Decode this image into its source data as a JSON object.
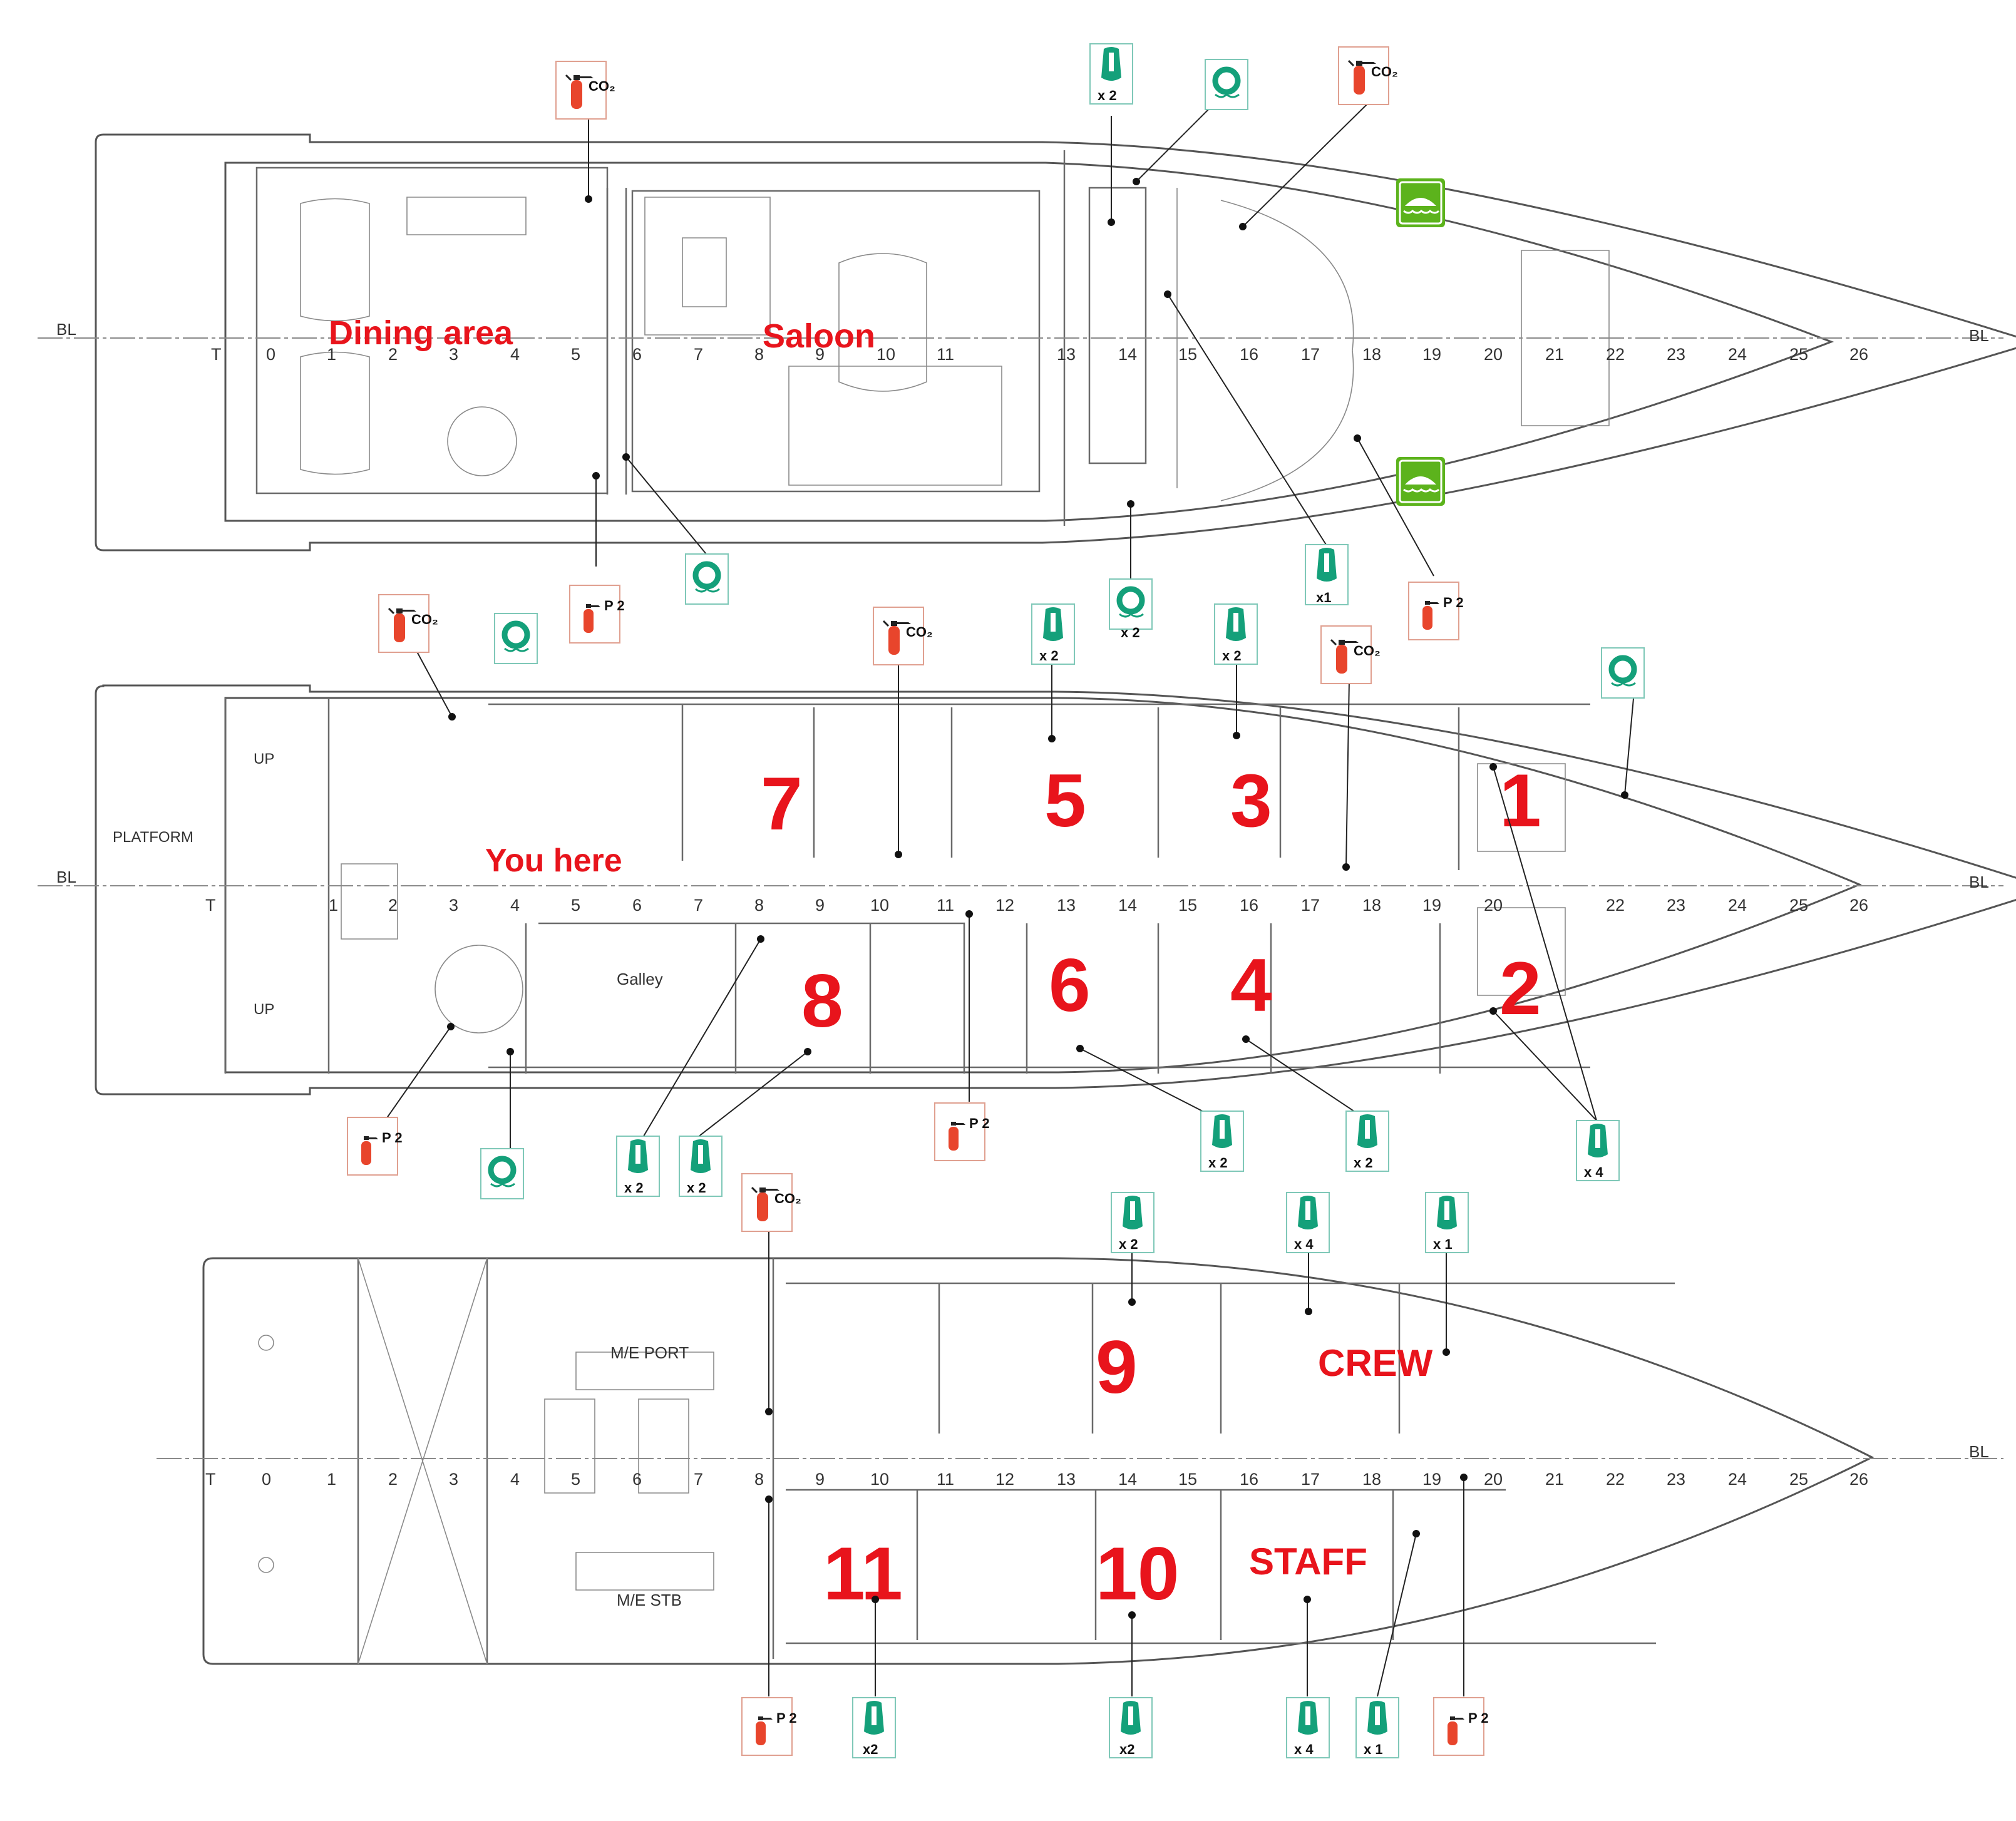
{
  "decks": {
    "upper": {
      "areas": {
        "dining": "Dining area",
        "saloon": "Saloon"
      },
      "frames": [
        "T",
        "0",
        "1",
        "2",
        "3",
        "4",
        "5",
        "6",
        "7",
        "8",
        "9",
        "10",
        "11",
        "13",
        "14",
        "15",
        "16",
        "17",
        "18",
        "19",
        "20",
        "21",
        "22",
        "23",
        "24",
        "25",
        "26"
      ],
      "bl": "BL"
    },
    "main": {
      "you_here": "You here",
      "platform": "PLATFORM",
      "up": "UP",
      "galley": "Galley",
      "cabins": [
        "7",
        "5",
        "3",
        "1",
        "8",
        "6",
        "4",
        "2"
      ],
      "frames": [
        "T",
        "1",
        "2",
        "3",
        "4",
        "5",
        "6",
        "7",
        "8",
        "9",
        "10",
        "11",
        "12",
        "13",
        "14",
        "15",
        "16",
        "17",
        "18",
        "19",
        "20",
        "22",
        "23",
        "24",
        "25",
        "26"
      ],
      "bl": "BL"
    },
    "lower": {
      "engine_port": "M/E PORT",
      "engine_stb": "M/E STB",
      "crew": "CREW",
      "staff": "STAFF",
      "cabins": [
        "9",
        "11",
        "10"
      ],
      "frames": [
        "T",
        "0",
        "1",
        "2",
        "3",
        "4",
        "5",
        "6",
        "7",
        "8",
        "9",
        "10",
        "11",
        "12",
        "13",
        "14",
        "15",
        "16",
        "17",
        "18",
        "19",
        "20",
        "21",
        "22",
        "23",
        "24",
        "25",
        "26"
      ],
      "bl": "BL"
    }
  },
  "safety_labels": {
    "co2": "CO₂",
    "p2": "P\n2",
    "x1": "x1",
    "x1_spaced": "x 1",
    "x2": "x2",
    "x2_spaced": "x 2",
    "x4_spaced": "x 4"
  },
  "icons": {
    "co2_extinguisher": "co2-extinguisher-icon",
    "powder_extinguisher": "powder-extinguisher-icon",
    "life_jacket": "life-jacket-icon",
    "life_ring": "life-ring-icon",
    "life_raft": "life-raft-icon"
  },
  "colors": {
    "label_red": "#e8141c",
    "extinguisher_red": "#e8452c",
    "safety_green": "#14a07a",
    "raft_green": "#5cb31c"
  }
}
